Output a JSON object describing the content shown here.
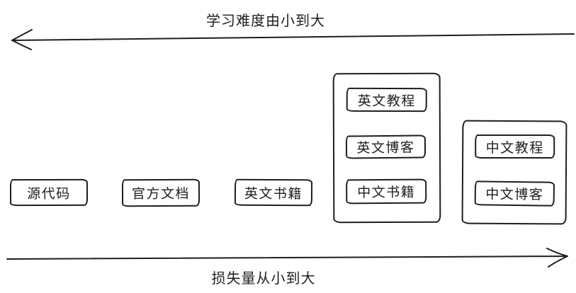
{
  "colors": {
    "ink": "#1e1e1e",
    "background": "#ffffff"
  },
  "axes": {
    "top": {
      "label": "学习难度由小到大",
      "direction": "left"
    },
    "bottom": {
      "label": "损失量从小到大",
      "direction": "right"
    }
  },
  "nodes": [
    {
      "label": "源代码"
    },
    {
      "label": "官方文档"
    },
    {
      "label": "英文书籍"
    }
  ],
  "groups": [
    {
      "items": [
        {
          "label": "英文教程"
        },
        {
          "label": "英文博客"
        },
        {
          "label": "中文书籍"
        }
      ]
    },
    {
      "items": [
        {
          "label": "中文教程"
        },
        {
          "label": "中文博客"
        }
      ]
    }
  ]
}
